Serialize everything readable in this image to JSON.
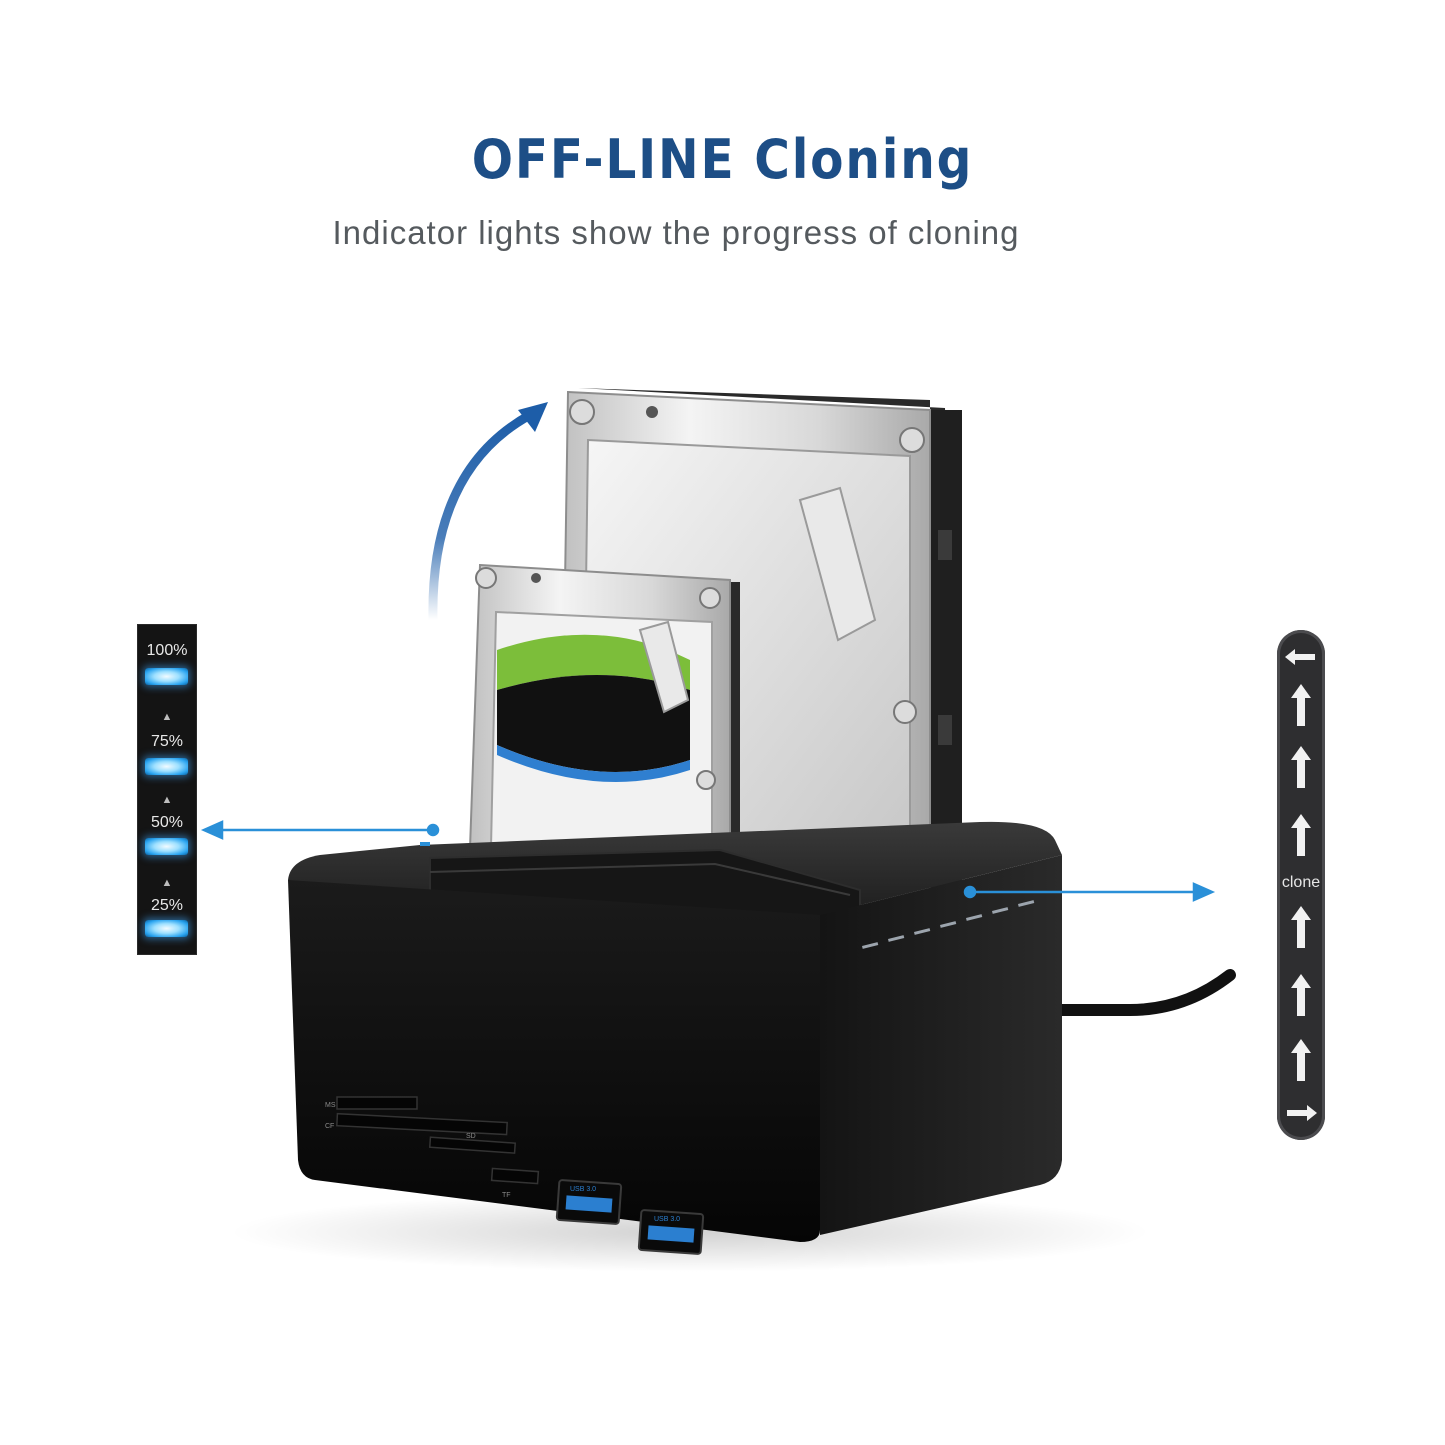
{
  "header": {
    "title": "OFF-LINE Cloning",
    "subtitle": "Indicator lights show the progress of cloning"
  },
  "progress_indicator": {
    "levels": [
      {
        "label": "100%"
      },
      {
        "label": "75%"
      },
      {
        "label": "50%"
      },
      {
        "label": "25%"
      }
    ],
    "led_color": "#3aaaf2"
  },
  "clone_indicator": {
    "label": "clone",
    "icons": [
      "arrow-left-icon",
      "arrow-up-icon",
      "arrow-up-icon",
      "arrow-up-icon",
      "arrow-up-icon",
      "arrow-up-icon",
      "arrow-up-icon",
      "arrow-right-icon"
    ]
  },
  "device": {
    "card_slots": [
      "MS",
      "CF",
      "SD",
      "TF"
    ],
    "usb_ports": [
      {
        "label": "USB 3.0"
      },
      {
        "label": "USB 3.0"
      }
    ]
  },
  "colors": {
    "title": "#1d4e86",
    "subtitle": "#555a5e",
    "callout_line": "#2a90d8",
    "dock_body": "#111111"
  }
}
